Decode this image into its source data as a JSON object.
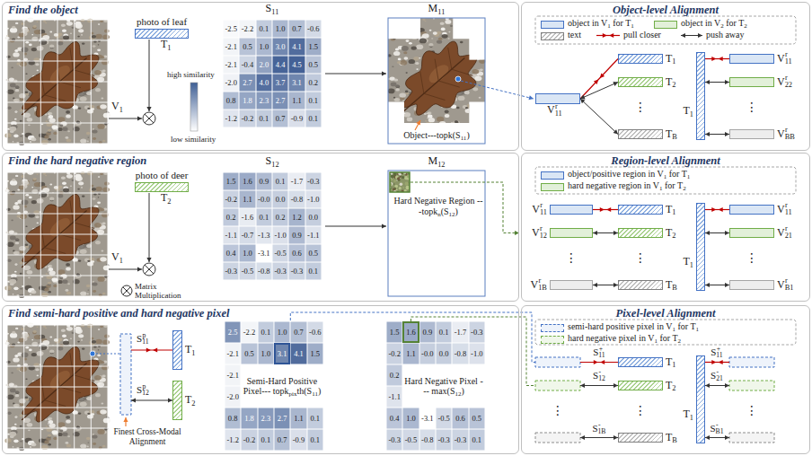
{
  "diagram": {
    "nodes": [
      {
        "text": [
          "Find the object"
        ]
      },
      {
        "text": [
          "photo of leaf",
          "T1"
        ],
        "in": 0
      },
      {
        "text": [
          "Object-level Alignment"
        ]
      },
      {
        "text": [
          "V11r"
        ],
        "in": 2
      },
      {
        "text": [
          "T1"
        ],
        "in": 2
      },
      {
        "text": [
          "T2"
        ],
        "in": 2
      },
      {
        "text": [
          "TB"
        ],
        "in": 2
      },
      {
        "text": [
          "T1"
        ],
        "in": 2
      },
      {
        "text": [
          "V11r"
        ],
        "in": 2
      },
      {
        "text": [
          "V22r"
        ],
        "in": 2
      },
      {
        "text": [
          "VBBr"
        ],
        "in": 2
      },
      {
        "text": [
          "Find the hard negative region"
        ]
      },
      {
        "text": [
          "photo of deer",
          "T2"
        ],
        "in": 11
      },
      {
        "text": [
          "Region-level Alignment"
        ]
      },
      {
        "text": [
          "V11r"
        ],
        "in": 13
      },
      {
        "text": [
          "V12r"
        ],
        "in": 13
      },
      {
        "text": [
          "V1Br"
        ],
        "in": 13
      },
      {
        "text": [
          "T1"
        ],
        "in": 13
      },
      {
        "text": [
          "T2"
        ],
        "in": 13
      },
      {
        "text": [
          "TB"
        ],
        "in": 13
      },
      {
        "text": [
          "T1"
        ],
        "in": 13
      },
      {
        "text": [
          "V11r"
        ],
        "in": 13
      },
      {
        "text": [
          "V21r"
        ],
        "in": 13
      },
      {
        "text": [
          "VB1r"
        ],
        "in": 13
      },
      {
        "text": [
          "Find semi-hard positive and hard negative pixel"
        ]
      },
      {
        "text": [
          "T1"
        ],
        "in": 24
      },
      {
        "text": [
          "T2"
        ],
        "in": 24
      },
      {
        "text": [
          "Pixel-level Alignment"
        ]
      },
      {
        "text": [
          "T1"
        ],
        "in": 27
      },
      {
        "text": [
          "T2"
        ],
        "in": 27
      },
      {
        "text": [
          "TB"
        ],
        "in": 27
      },
      {
        "text": [
          "T1"
        ],
        "in": 27
      }
    ],
    "edges": [
      {
        "from": 3,
        "to": 4,
        "arrow": "none"
      },
      {
        "from": 3,
        "to": 5,
        "arrow": "both"
      },
      {
        "from": 3,
        "to": 6,
        "arrow": "both"
      },
      {
        "from": 7,
        "to": 8,
        "arrow": "none"
      },
      {
        "from": 7,
        "to": 9,
        "arrow": "both"
      },
      {
        "from": 7,
        "to": 10,
        "arrow": "both"
      },
      {
        "from": 14,
        "to": 17,
        "arrow": "none"
      },
      {
        "from": 15,
        "to": 18,
        "arrow": "both"
      },
      {
        "from": 16,
        "to": 19,
        "arrow": "both"
      },
      {
        "from": 20,
        "to": 21,
        "arrow": "none"
      },
      {
        "from": 20,
        "to": 22,
        "arrow": "both"
      },
      {
        "from": 20,
        "to": 23,
        "arrow": "both"
      }
    ],
    "labels": [
      "V1",
      "S11",
      "-2.5",
      "-2.2",
      "0.1",
      "1.0",
      "0.7",
      "-0.6",
      "-2.1",
      "0.5",
      "1.0",
      "3.0",
      "4.1",
      "1.5",
      "-2.1",
      "-0.4",
      "2.0",
      "4.4",
      "4.5",
      "0.5",
      "-2.0",
      "2.7",
      "4.0",
      "3.7",
      "3.1",
      "0.2",
      "0.8",
      "1.8",
      "2.3",
      "2.7",
      "1.1",
      "0.1",
      "-1.2",
      "-0.2",
      "0.1",
      "0.7",
      "-0.9",
      "0.1",
      "M11",
      "Object---topk(S11)",
      "high similarity",
      "low similarity",
      "⋮",
      "⋮",
      "V1",
      "Matrix Multiplication",
      "S12",
      "1.5",
      "1.6",
      "0.9",
      "0.1",
      "-1.7",
      "-0.3",
      "-0.2",
      "1.1",
      "-0.0",
      "0.0",
      "-0.8",
      "-1.0",
      "0.2",
      "-1.6",
      "0.1",
      "0.2",
      "1.2",
      "0.0",
      "-1.1",
      "-0.7",
      "-1.3",
      "-1.0",
      "0.9",
      "-1.1",
      "0.4",
      "1.0",
      "-3.1",
      "-0.5",
      "0.6",
      "0.5",
      "-0.3",
      "-0.5",
      "-0.8",
      "-0.3",
      "-0.3",
      "0.1",
      "M12",
      "Hard Negative Region ---topkn(S12)",
      "⋮",
      "⋮",
      "⋮",
      "S11p",
      "S12p",
      "Finest Cross-Modal Alignment",
      "2.5",
      "-2.2",
      "0.1",
      "1.0",
      "0.7",
      "-0.6",
      "-2.1",
      "0.5",
      "1.0",
      "3.1",
      "4.1",
      "1.5",
      "-2.1",
      "-2.0",
      "0.8",
      "1.8",
      "2.3",
      "2.7",
      "1.1",
      "0.1",
      "-1.2",
      "-0.2",
      "0.1",
      "0.7",
      "-0.9",
      "0.1",
      "Semi-Hard Positive Pixel--- topkpixth(S11)",
      "1.5",
      "1.6",
      "0.9",
      "0.1",
      "-1.7",
      "-0.3",
      "-0.2",
      "1.1",
      "-0.0",
      "0.0",
      "-0.8",
      "-1.0",
      "0.2",
      "-1.1",
      "0.4",
      "1.0",
      "-3.1",
      "-0.5",
      "0.6",
      "0.5",
      "-0.3",
      "-0.5",
      "-0.8",
      "-0.3",
      "-0.3",
      "0.1",
      "Hard Negative Pixel --- max(S12)",
      "⋮",
      "⋮",
      "⋮",
      "S11+",
      "S12-",
      "S1B-",
      "S11+",
      "S21-",
      "SB1-"
    ],
    "legend": [
      {
        "text": "object in V1 for T1",
        "color": "#dae6f5"
      },
      {
        "text": "object in V2 for T2",
        "color": "#e2f0d9"
      },
      {
        "text": "text"
      },
      {
        "text": "pull closer"
      },
      {
        "text": "push away"
      },
      {
        "text": "object/positive region in V1 for T1",
        "color": "#dae6f5"
      },
      {
        "text": "hard negative region in V1 for T2",
        "color": "#e2f0d9"
      },
      {
        "text": "semi-hard positive pixel in V1 for T1"
      },
      {
        "text": "hard negative pixel in V1 for T2"
      }
    ]
  }
}
